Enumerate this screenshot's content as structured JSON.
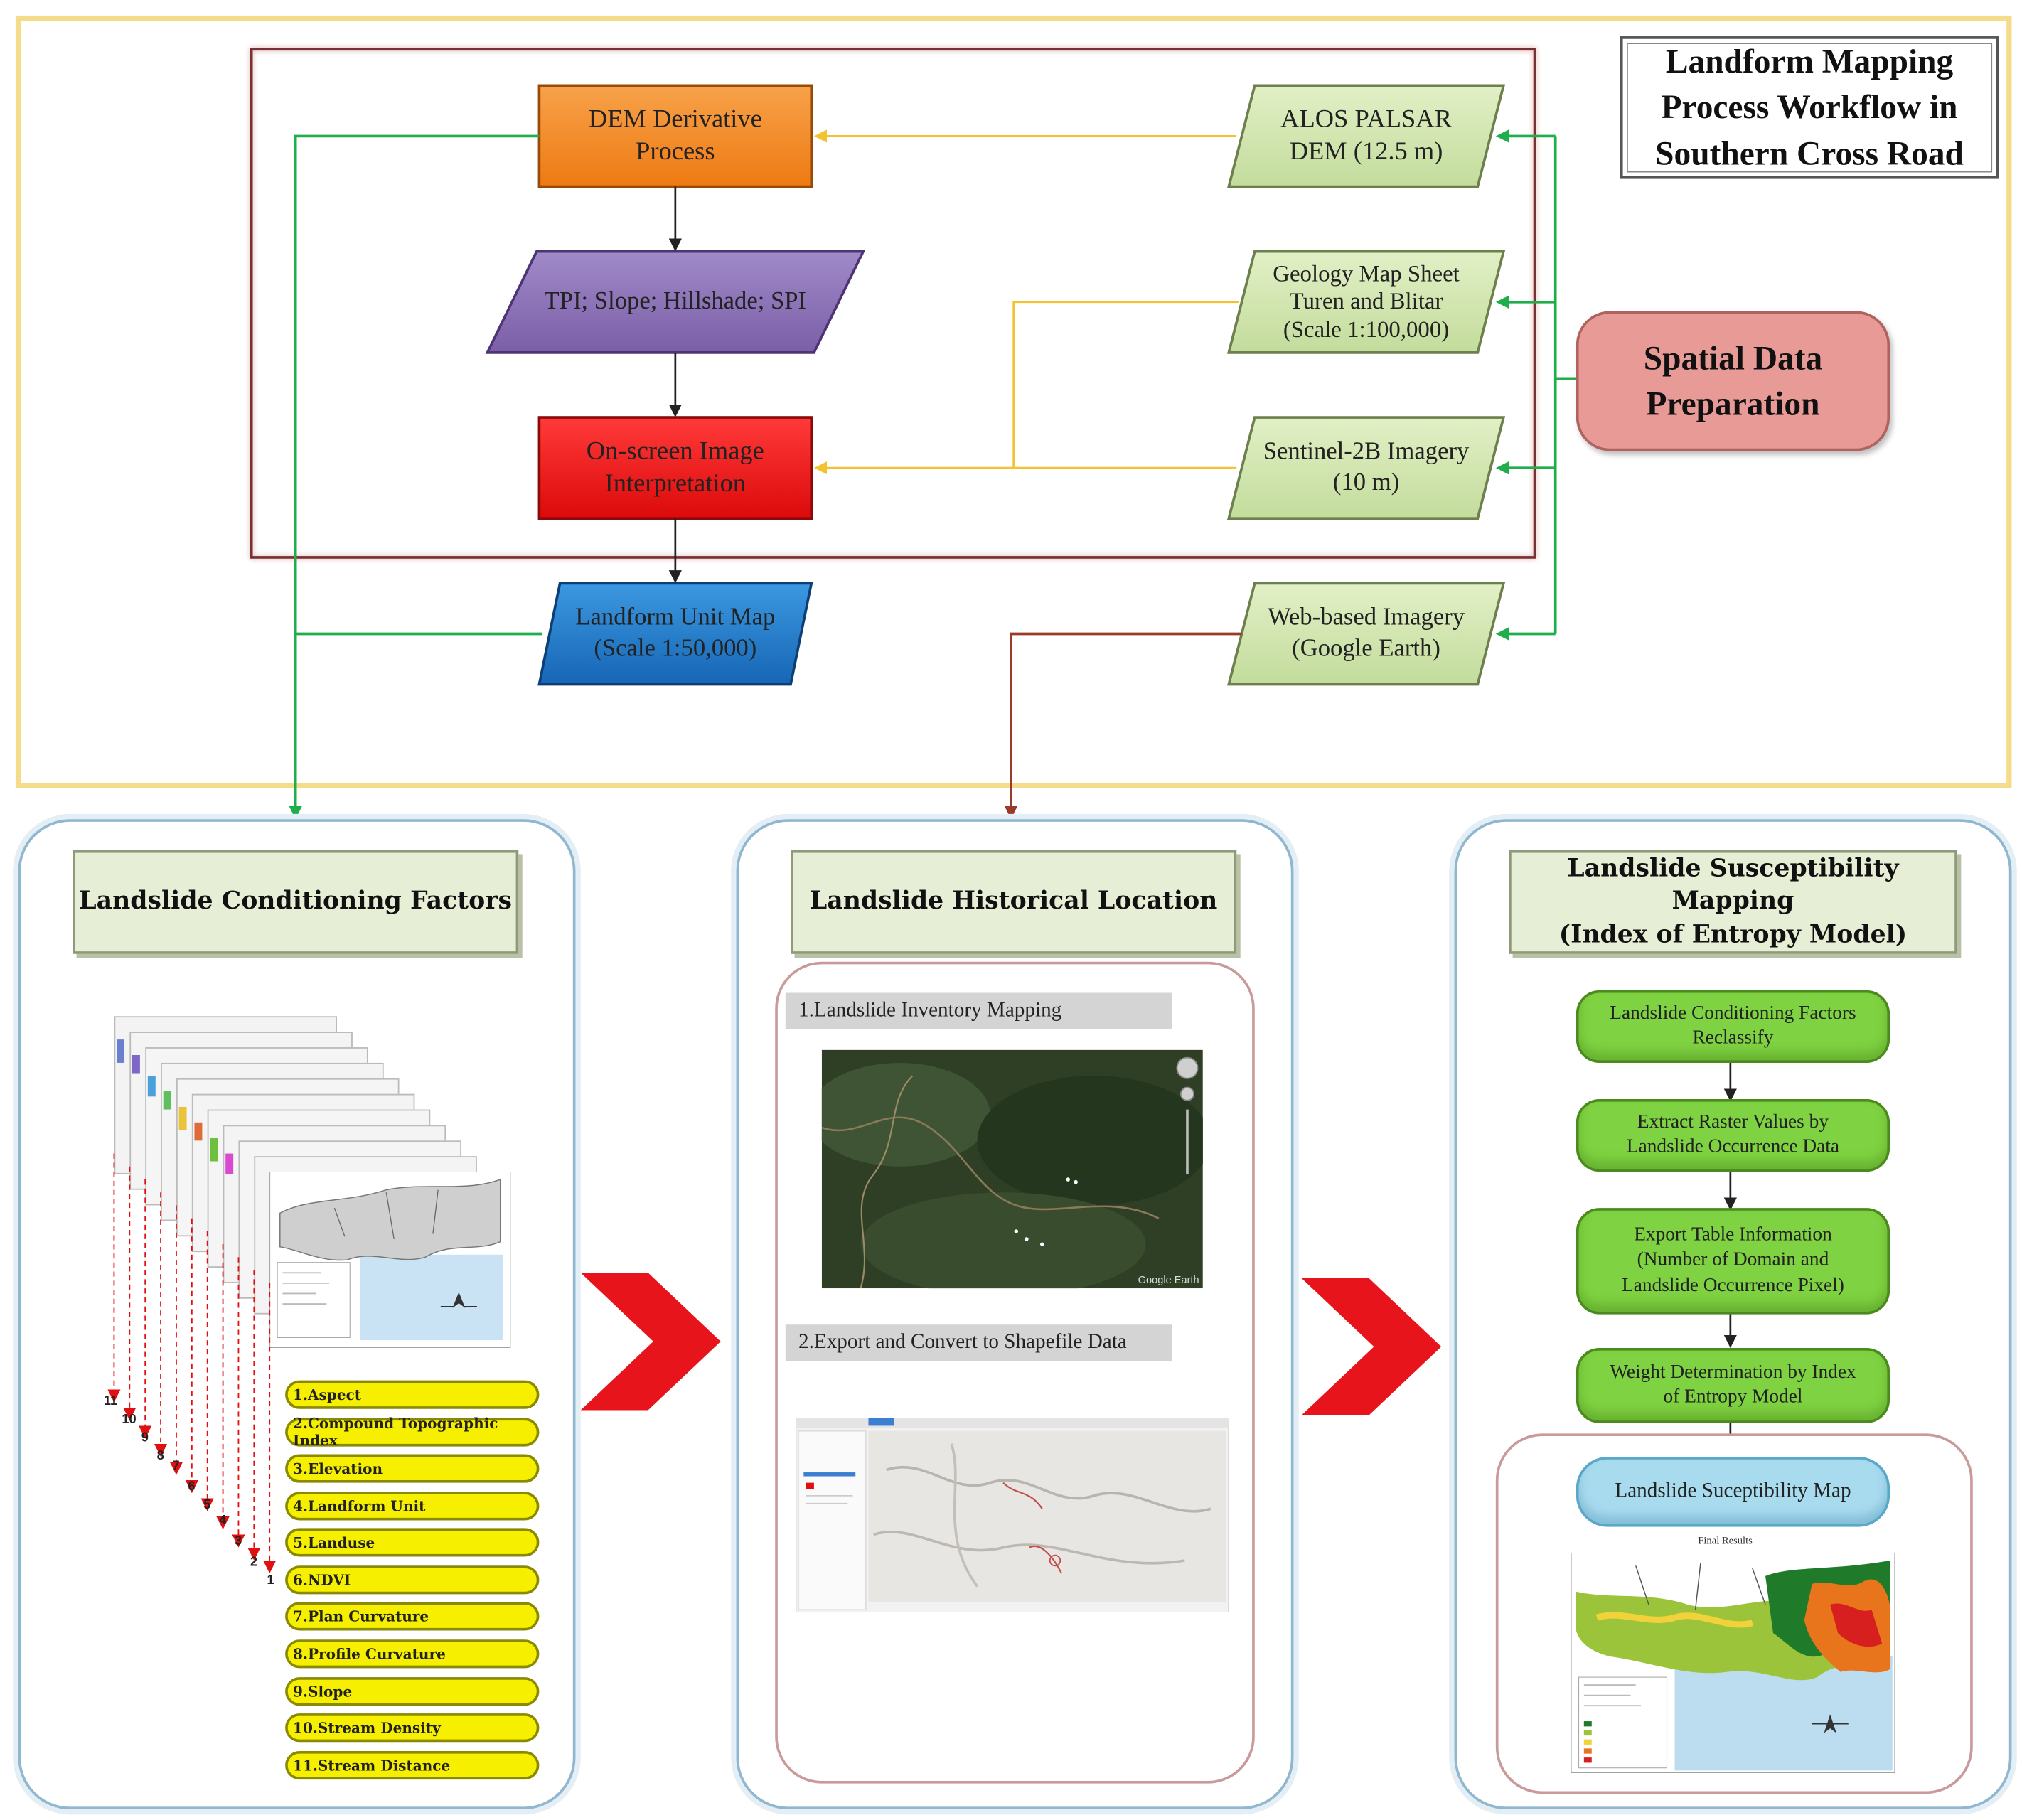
{
  "title": "Landform Mapping\nProcess Workflow in\nSouthern Cross Road",
  "spatial_data_preparation": "Spatial Data\nPreparation",
  "flow": {
    "dem_process": "DEM Derivative\nProcess",
    "derivatives": "TPI; Slope; Hillshade; SPI",
    "interpretation": "On-screen Image\nInterpretation",
    "landform_map": "Landform Unit Map\n(Scale 1:50,000)",
    "alos": "ALOS PALSAR\nDEM (12.5 m)",
    "geology": "Geology Map Sheet\nTuren and Blitar\n(Scale 1:100,000)",
    "sentinel": "Sentinel-2B Imagery\n(10 m)",
    "web": "Web-based Imagery\n(Google Earth)"
  },
  "colors": {
    "outer_frame": "#f5dc8a",
    "dem_fill": "#f48a1e",
    "derivatives_fill": "#8b6fb5",
    "interpretation_fill": "#f01e1e",
    "landform_fill": "#1f7fd1",
    "input_fill": "#d2e6b0",
    "green_arrow": "#1fae4b",
    "yellow_arrow": "#f2c233",
    "brown_arrow": "#9c3a2a",
    "chevron": "#e8141c"
  },
  "panels": {
    "conditioning": {
      "heading": "Landslide Conditioning Factors",
      "factors": [
        "1.Aspect",
        "2.Compound Topographic Index",
        "3.Elevation",
        "4.Landform Unit",
        "5.Landuse",
        "6.NDVI",
        "7.Plan Curvature",
        "8.Profile Curvature",
        "9.Slope",
        "10.Stream Density",
        "11.Stream Distance"
      ],
      "layer_numbers": [
        "11",
        "10",
        "9",
        "8",
        "7",
        "6",
        "5",
        "4",
        "3",
        "2",
        "1"
      ]
    },
    "historical": {
      "heading": "Landslide Historical Location",
      "step1": "1.Landslide Inventory Mapping",
      "step2": "2.Export and Convert to Shapefile Data",
      "imagery_credit": "Google Earth"
    },
    "susceptibility": {
      "heading": "Landslide Susceptibility Mapping\n(Index of Entropy Model)",
      "steps": [
        "Landslide Conditioning Factors\nReclassify",
        "Extract Raster Values by\nLandslide Occurrence Data",
        "Export Table Information\n(Number of Domain and\nLandslide Occurrence Pixel)",
        "Weight Determination by Index\nof Entropy Model"
      ],
      "result_label": "Landslide Suceptibility Map",
      "map_caption": "Final Results"
    }
  }
}
